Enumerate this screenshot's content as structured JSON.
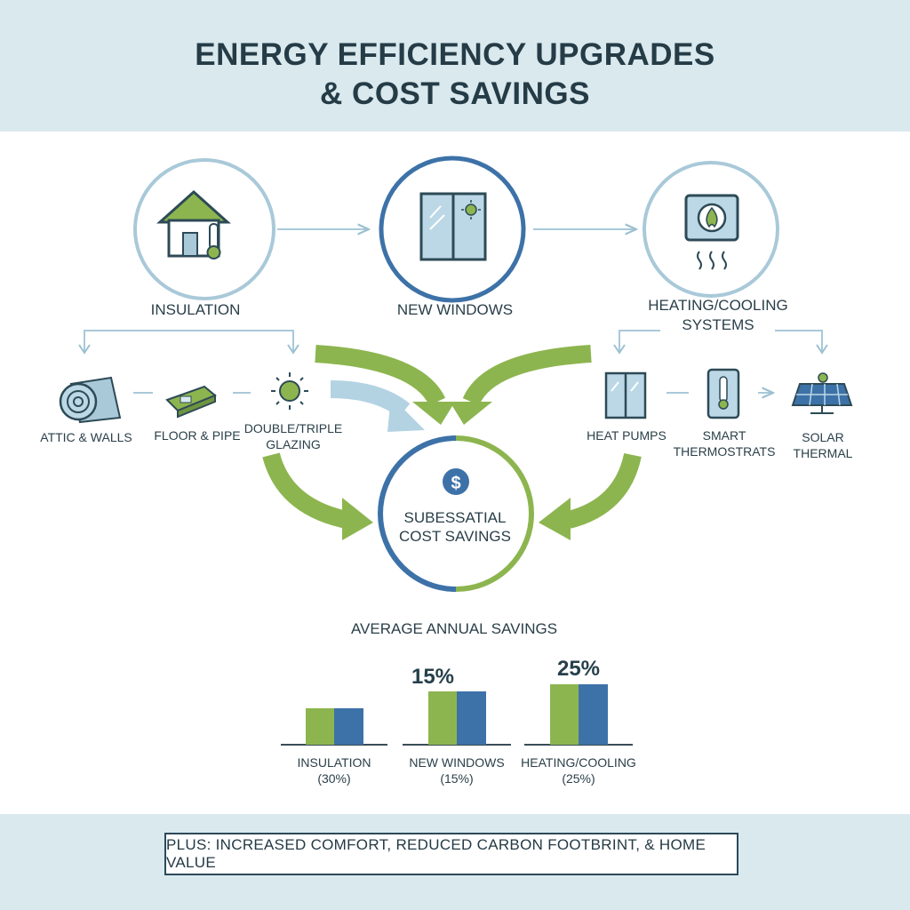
{
  "header": {
    "title_line1": "ENERGY EFFICIENCY UPGRADES",
    "title_line2": "& COST SAVINGS"
  },
  "upgrades": {
    "insulation": "INSULATION",
    "windows": "NEW WINDOWS",
    "heating_line1": "HEATING/COOLING",
    "heating_line2": "SYSTEMS"
  },
  "sub_items": {
    "attic": "ATTIC & WALLS",
    "floor": "FLOOR & PIPE",
    "glazing_line1": "DOUBLE/TRIPLE",
    "glazing_line2": "GLAZING",
    "heat_pumps": "HEAT PUMPS",
    "thermostats_line1": "SMART",
    "thermostats_line2": "THERMOSTRATS",
    "solar_line1": "SOLAR",
    "solar_line2": "THERMAL"
  },
  "center": {
    "symbol": "$",
    "line1": "SUBESSATIAL",
    "line2": "COST SAVINGS"
  },
  "savings": {
    "heading": "AVERAGE ANNUAL SAVINGS",
    "bars": [
      {
        "label": "INSULATION",
        "value_label": "(30%)",
        "top_label": "",
        "value": 30
      },
      {
        "label": "NEW WINDOWS",
        "value_label": "(15%)",
        "top_label": "15%",
        "value": 15
      },
      {
        "label": "HEATING/COOLING",
        "value_label": "(25%)",
        "top_label": "25%",
        "value": 25
      }
    ]
  },
  "footer": {
    "text": "PLUS: INCREASED COMFORT, REDUCED CARBON FOOTBRINT, & HOME VALUE"
  },
  "colors": {
    "green": "#8db54f",
    "blue": "#3d72a8",
    "light_blue": "#a9c9d9",
    "band": "#d9e9ee"
  },
  "icons": {
    "insulation": "house-thermometer-icon",
    "windows": "window-sun-icon",
    "heating": "heater-flame-icon",
    "attic": "insulation-roll-icon",
    "floor": "insulation-board-icon",
    "glazing": "sun-icon",
    "heat_pumps": "heat-pump-window-icon",
    "thermostats": "thermostat-icon",
    "solar": "solar-panel-icon",
    "center": "dollar-icon"
  }
}
